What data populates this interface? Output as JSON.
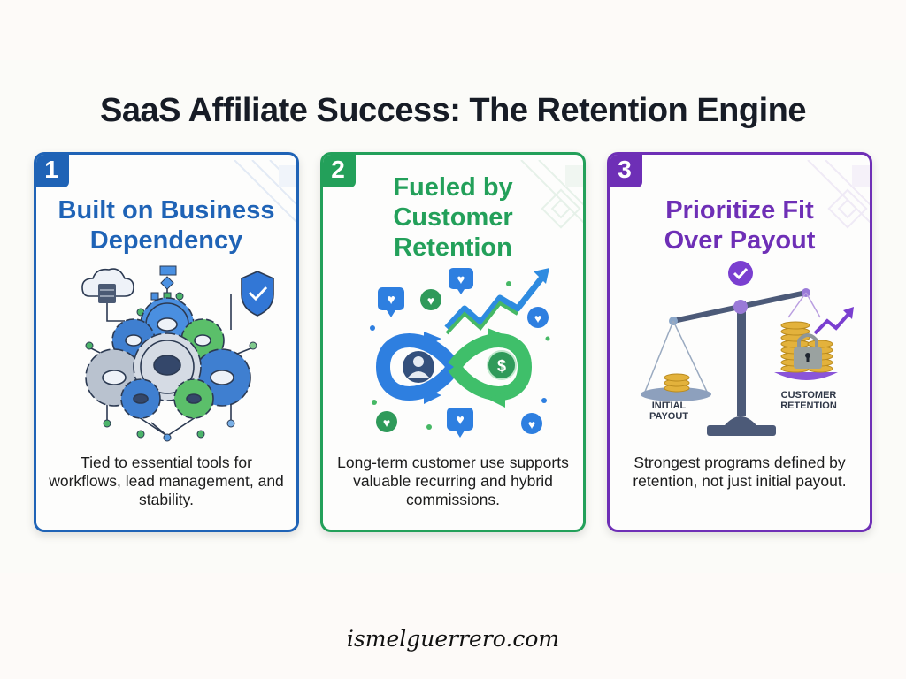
{
  "title": "SaaS Affiliate Success: The Retention Engine",
  "colors": {
    "blue": "#1f63b6",
    "green": "#23a05a",
    "purple": "#6e2fb6",
    "title": "#171c26",
    "background": "#fdfaf8"
  },
  "cards": [
    {
      "number": "1",
      "heading_line1": "Built on Business",
      "heading_line2": "Dependency",
      "illustration": "interlocking-gears-with-cloud-server-flowchart-shield-icon",
      "description": "Tied to essential tools for workflows, lead management, and stability."
    },
    {
      "number": "2",
      "heading_line1": "Fueled by",
      "heading_line2": "Customer",
      "heading_line3": "Retention",
      "illustration": "infinity-loop-with-user-dollar-trend-arrow-hearts-icon",
      "description": "Long-term customer use supports valuable recurring and hybrid commissions."
    },
    {
      "number": "3",
      "heading_line1": "Prioritize Fit",
      "heading_line2": "Over Payout",
      "illustration": "balance-scale-coins-lock-check-icon",
      "scale_left_label_1": "INITIAL",
      "scale_left_label_2": "PAYOUT",
      "scale_right_label_1": "CUSTOMER",
      "scale_right_label_2": "RETENTION",
      "description": "Strongest programs defined by retention, not just initial payout."
    }
  ],
  "footer": "ismelguerrero.com"
}
